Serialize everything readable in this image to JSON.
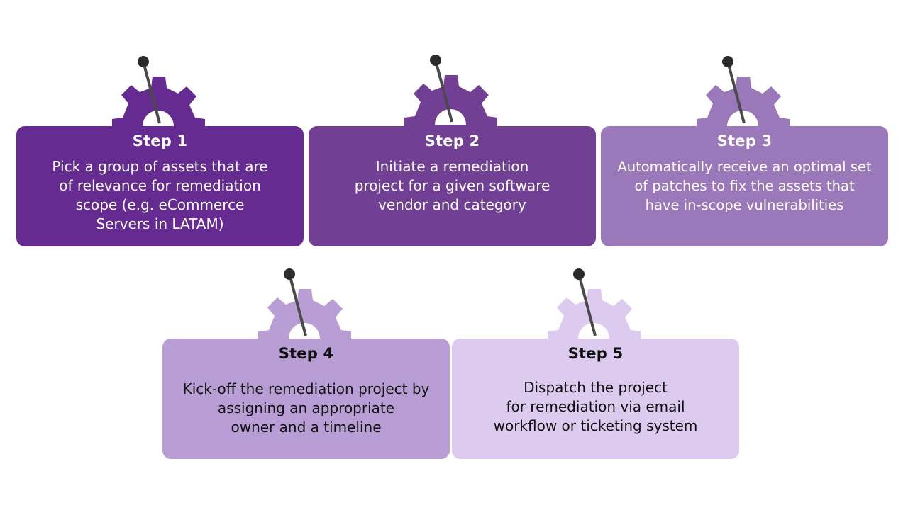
{
  "steps": [
    {
      "title": "Step 1",
      "text": "Pick a group of assets that are\nof relevance for remediation\nscope (e.g. eCommerce\nServers in LATAM)",
      "color": "#652b91",
      "text_color": "light"
    },
    {
      "title": "Step 2",
      "text": "Initiate a remediation\nproject for a given software\nvendor and category",
      "color": "#713f94",
      "text_color": "light"
    },
    {
      "title": "Step 3",
      "text": "Automatically receive an optimal set\nof patches to fix the assets that\nhave in-scope vulnerabilities",
      "color": "#9b78b9",
      "text_color": "light"
    },
    {
      "title": "Step 4",
      "text": "Kick-off the remediation project by\nassigning an appropriate\nowner and a timeline",
      "color": "#b89ed5",
      "text_color": "dark"
    },
    {
      "title": "Step 5",
      "text": "Dispatch the project\nfor remediation via email\nworkflow or ticketing system",
      "color": "#dccaef",
      "text_color": "dark"
    }
  ],
  "gear_icon": "gear-icon",
  "pin_icon": "pin-icon",
  "pin_color": "#2b2b2b"
}
